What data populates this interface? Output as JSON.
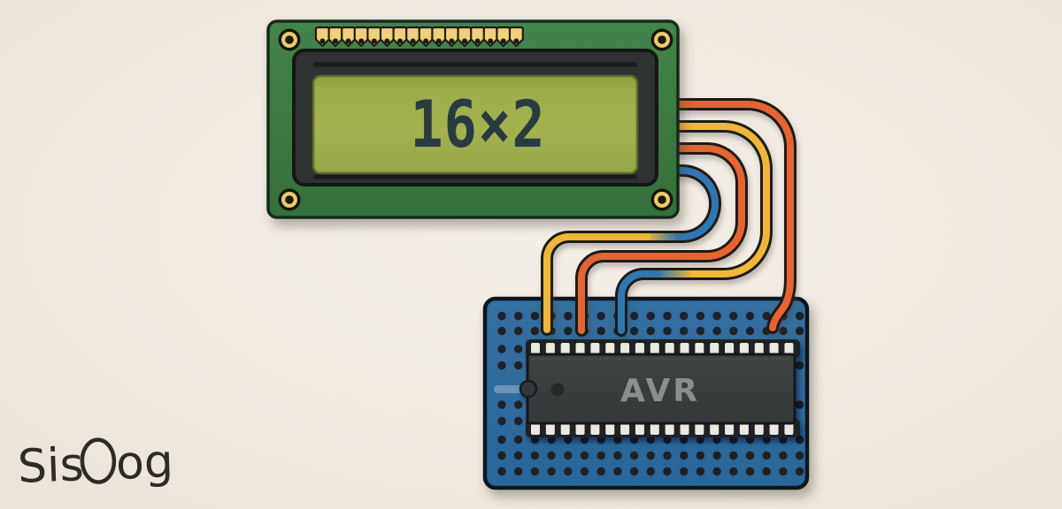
{
  "illustration": {
    "lcd": {
      "screen_text": "16×2",
      "pin_count": 16
    },
    "chip": {
      "label": "AVR"
    },
    "logo": {
      "text": "SisOog",
      "sis": "Sis",
      "og": "og"
    },
    "wires": [
      {
        "id": "wire-orange-outer",
        "from": "lcd-pin-header",
        "to": "breadboard-top-right",
        "color_name": "orange",
        "color": "#e8632e"
      },
      {
        "id": "wire-yellow-to-blue",
        "from": "lcd-pin-header",
        "to": "breadboard-top",
        "color_name": "yellow fading to blue",
        "color_start": "#f2b731",
        "color_end": "#2f78b0"
      },
      {
        "id": "wire-orange-inner",
        "from": "lcd-pin-header",
        "to": "breadboard-top",
        "color_name": "orange",
        "color": "#e8632e"
      },
      {
        "id": "wire-blue-to-yellow",
        "from": "lcd-pin-header",
        "to": "breadboard-top",
        "color_name": "blue fading to yellow",
        "color_start": "#2f78b0",
        "color_end": "#f2b731"
      }
    ],
    "colors": {
      "background": "#efe9e0",
      "lcd_pcb_green": "#3d7b42",
      "lcd_bezel": "#2e3130",
      "lcd_screen_green": "#9fae4b",
      "lcd_screen_text": "#2c3a41",
      "pin_gold": "#f0d077",
      "breadboard_blue": "#2d6ba0",
      "breadboard_hole": "#1a2127",
      "chip_body": "#383e3d",
      "chip_pin_cream": "#ebe8dd",
      "chip_label_gray": "#8a908d",
      "wire_orange": "#e8632e",
      "wire_yellow": "#f2b731",
      "wire_blue": "#2f78b0",
      "logo_ink": "#2e2a25"
    }
  }
}
